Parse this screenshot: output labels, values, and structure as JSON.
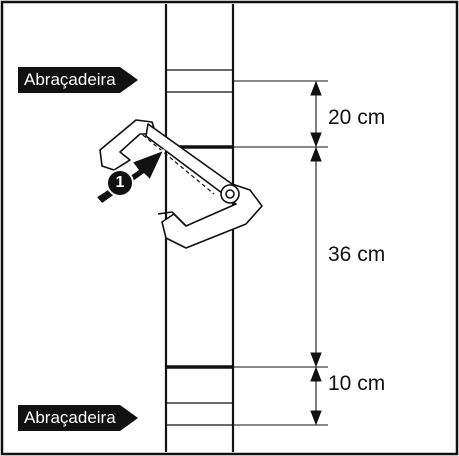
{
  "labels": {
    "top_clamp": "Abraçadeira",
    "bottom_clamp": "Abraçadeira"
  },
  "dimensions": {
    "top": "20 cm",
    "middle": "36 cm",
    "bottom": "10 cm"
  },
  "step_marker": "1",
  "icons": {
    "pole": "pole-icon",
    "clamp_tool": "clamp-tool-icon",
    "push_arrow": "arrow-icon"
  },
  "colors": {
    "ink": "#111111",
    "background": "#ffffff"
  }
}
